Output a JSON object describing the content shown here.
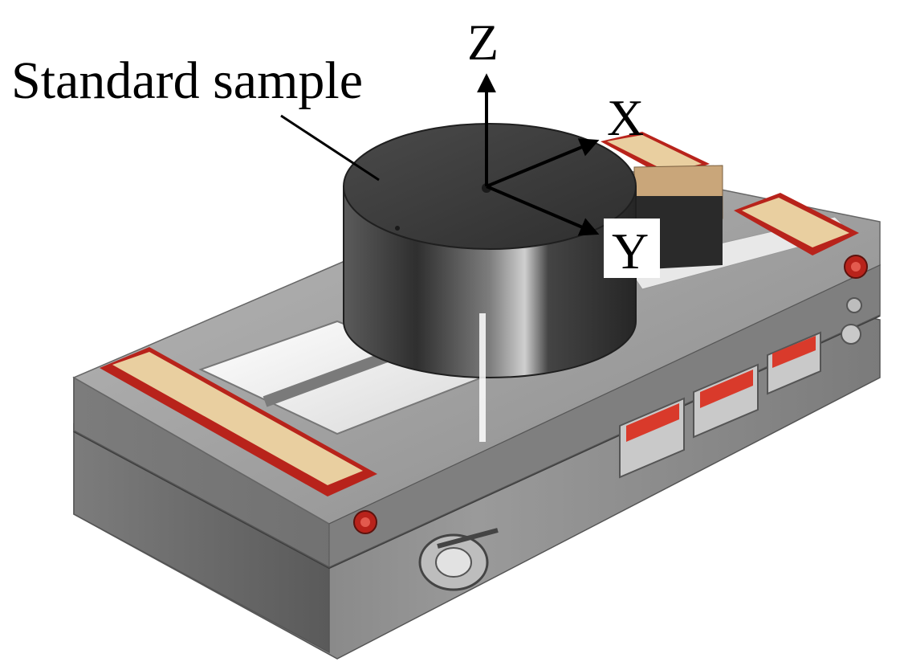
{
  "labels": {
    "sample": "Standard sample",
    "axis_z": "Z",
    "axis_x": "X",
    "axis_y": "Y"
  },
  "colors": {
    "housing": "#8e8e8e",
    "housing_dark": "#5d5d5d",
    "cylinder": "#3f3f3f",
    "pad": "#e9cfa0",
    "pad_frame": "#b8231b",
    "display": "#d93a2b",
    "arrow": "#000000"
  }
}
